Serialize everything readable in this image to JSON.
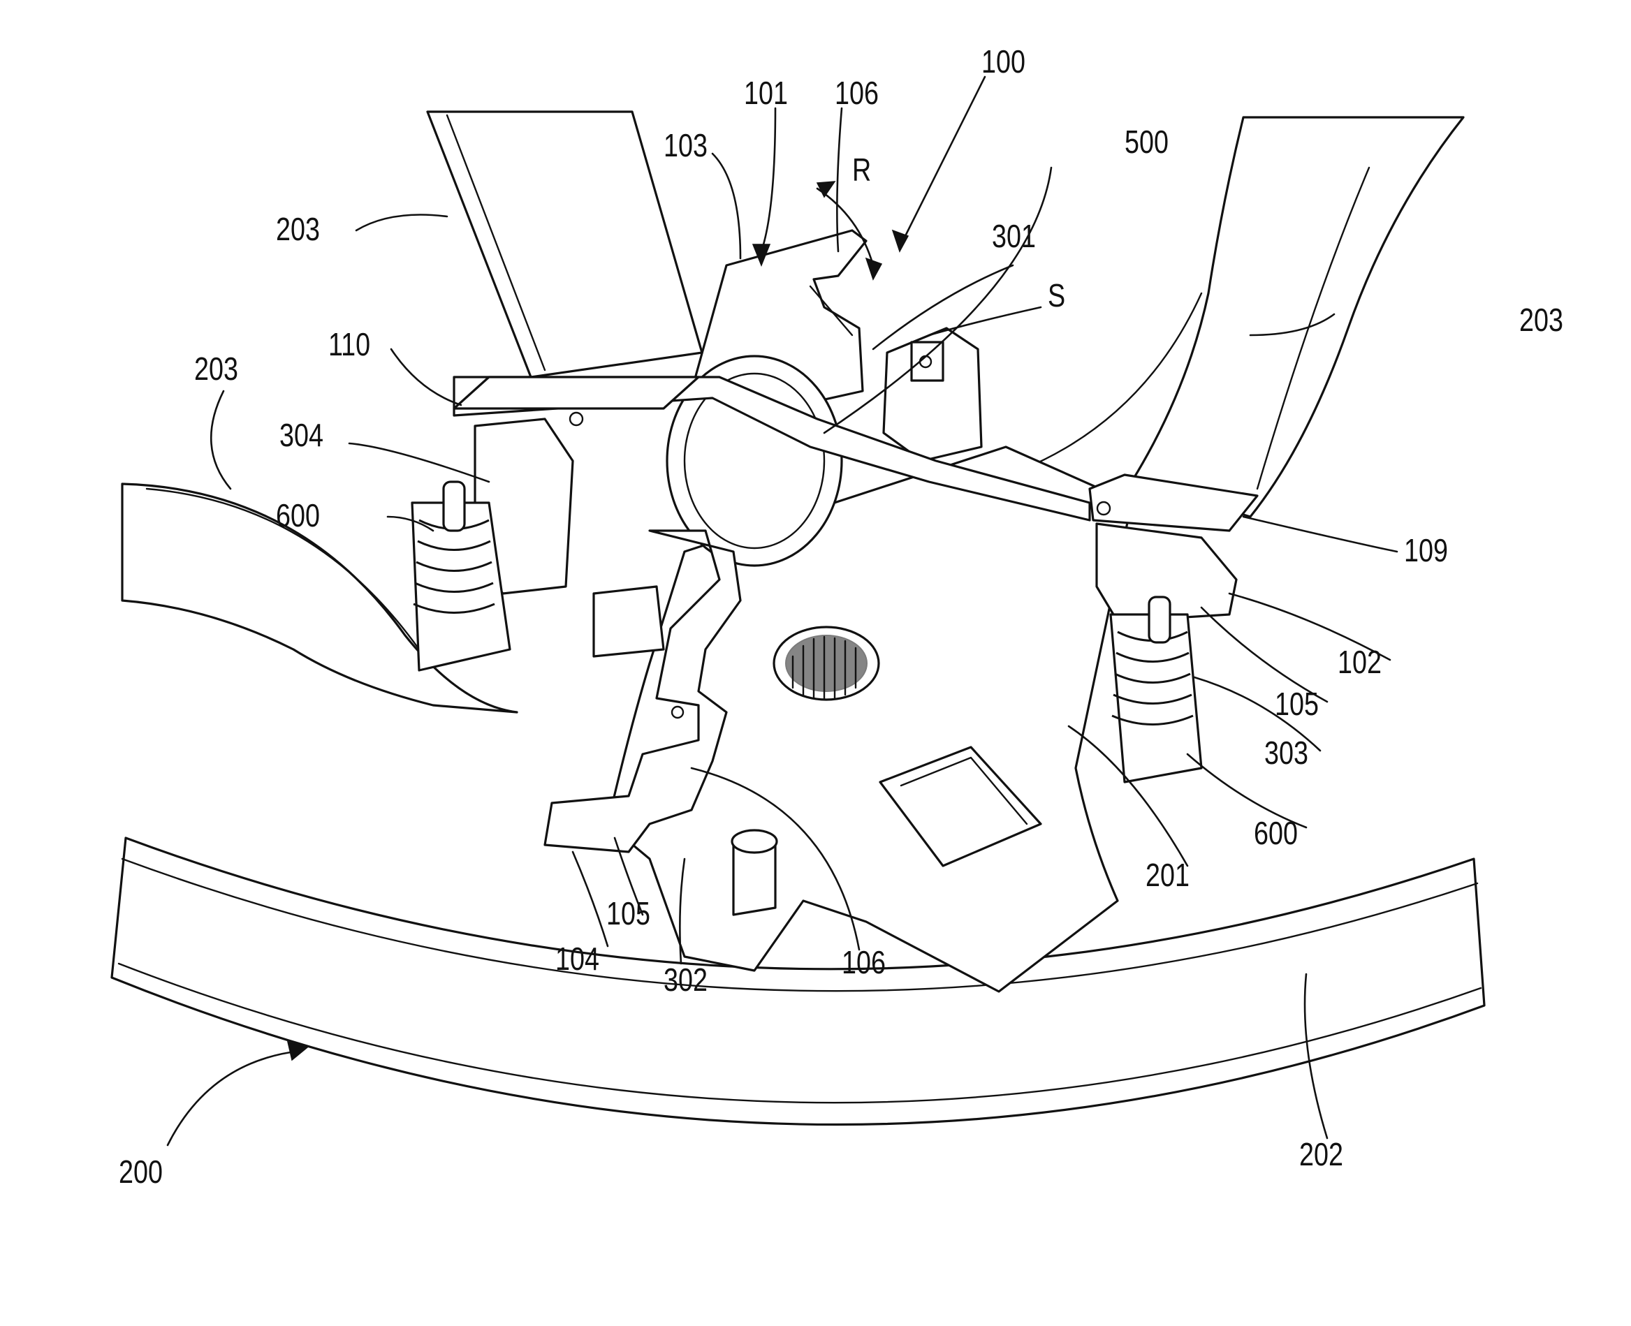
{
  "figure": {
    "labels": {
      "l100": "100",
      "l101": "101",
      "l106a": "106",
      "l103": "103",
      "lR": "R",
      "l500": "500",
      "l301": "301",
      "lS": "S",
      "l203a": "203",
      "l203b": "203",
      "l203c": "203",
      "l110": "110",
      "l304": "304",
      "l600a": "600",
      "l109": "109",
      "l102": "102",
      "l105a": "105",
      "l303": "303",
      "l600b": "600",
      "l201": "201",
      "l104": "104",
      "l105b": "105",
      "l302": "302",
      "l106b": "106",
      "l200": "200",
      "l202": "202"
    }
  }
}
